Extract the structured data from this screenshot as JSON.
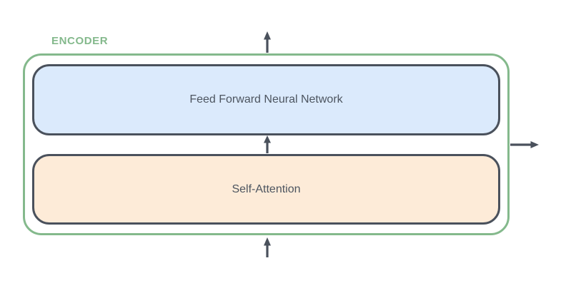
{
  "diagram": {
    "encoder_label": "ENCODER",
    "blocks": [
      {
        "name": "feed-forward",
        "label": "Feed Forward Neural Network"
      },
      {
        "name": "self-attention",
        "label": "Self-Attention"
      }
    ],
    "arrows": [
      {
        "name": "input-arrow-bottom",
        "direction": "up"
      },
      {
        "name": "attention-to-ffn-arrow",
        "direction": "up"
      },
      {
        "name": "encoder-output-arrow-top",
        "direction": "up"
      },
      {
        "name": "encoder-output-arrow-right",
        "direction": "right"
      }
    ],
    "colors": {
      "encoder_green": "#84b98c",
      "ffn_fill": "#dbeafc",
      "attention_fill": "#fdebd8",
      "block_border": "#4a515c",
      "arrow": "#4a515c",
      "label_text": "#4d5560",
      "background": "#ffffff"
    }
  }
}
